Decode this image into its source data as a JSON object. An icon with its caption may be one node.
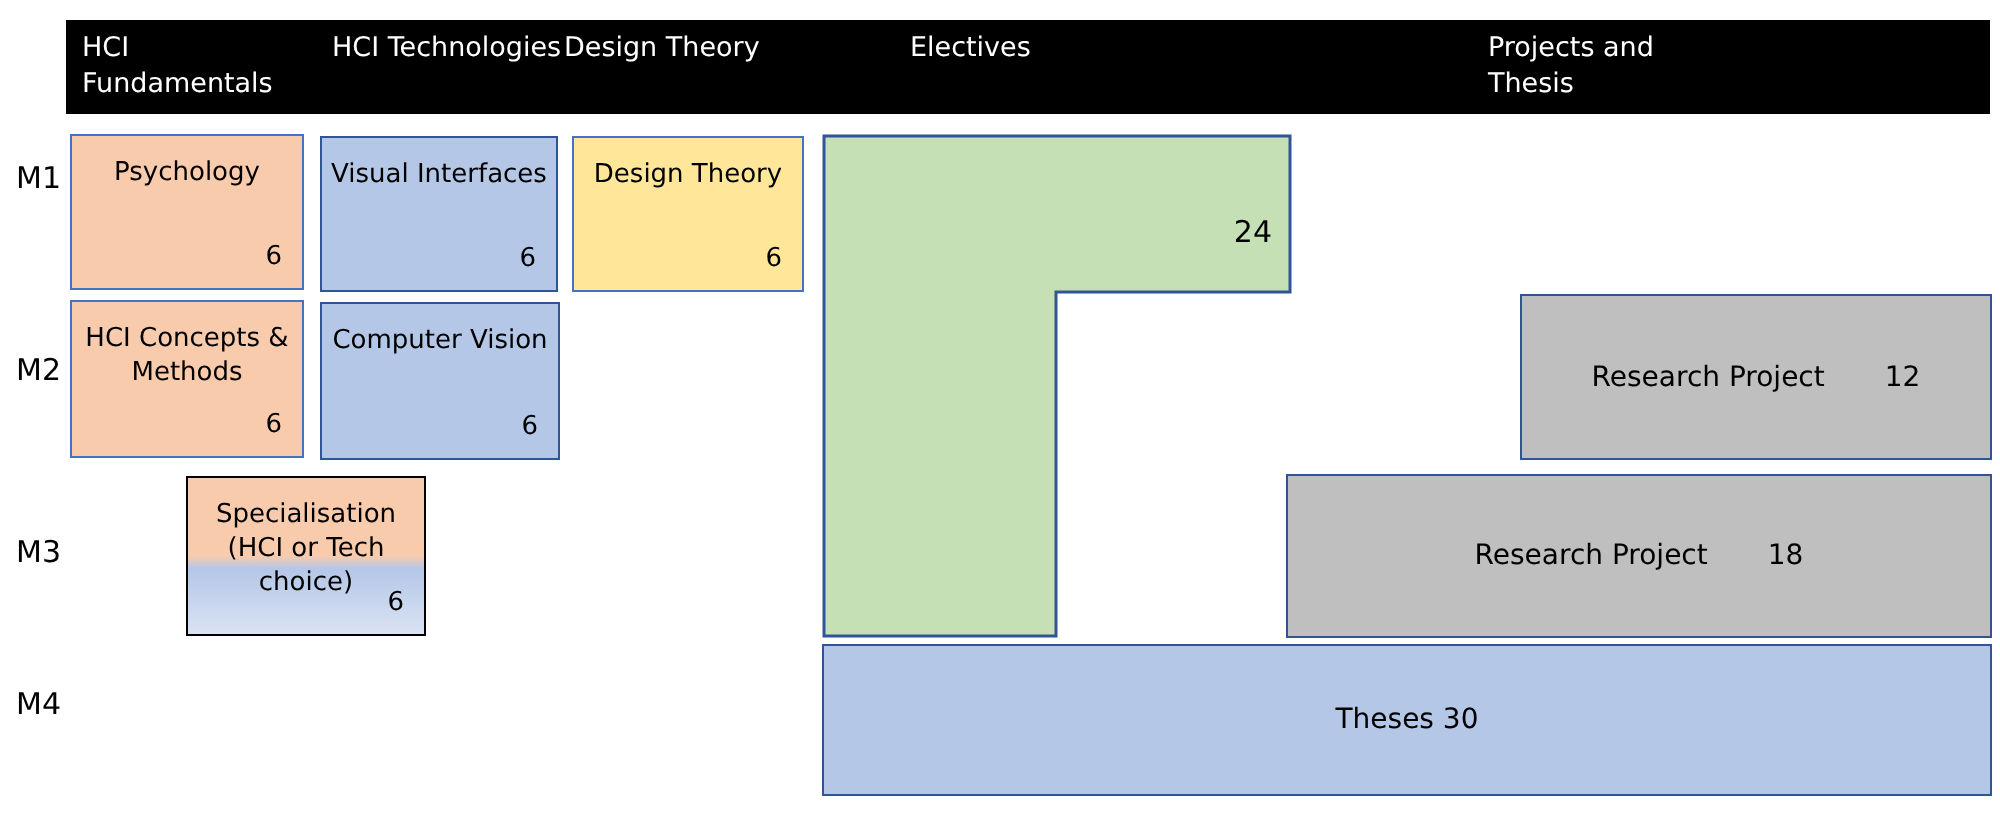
{
  "diagram": {
    "nodes": [
      {
        "text": [
          "HCI Fundamentals",
          "HCI Technologies",
          "Design Theory",
          "Electives",
          "Projects and Thesis"
        ]
      },
      {
        "text": [
          "Psychology",
          "6"
        ]
      },
      {
        "text": [
          "Visual Interfaces",
          "6"
        ]
      },
      {
        "text": [
          "Design Theory",
          "6"
        ]
      },
      {
        "text": [
          "HCI Concepts & Methods",
          "6"
        ]
      },
      {
        "text": [
          "Computer Vision",
          "6"
        ]
      },
      {
        "text": [
          "Specialisation (HCI or Tech choice)",
          "6"
        ]
      },
      {
        "text": [
          "24"
        ]
      },
      {
        "text": [
          "Research Project",
          "12"
        ]
      },
      {
        "text": [
          "Research Project",
          "18"
        ]
      },
      {
        "text": [
          "Theses 30"
        ]
      }
    ],
    "labels": [
      "M1",
      "M2",
      "M3",
      "M4"
    ]
  }
}
